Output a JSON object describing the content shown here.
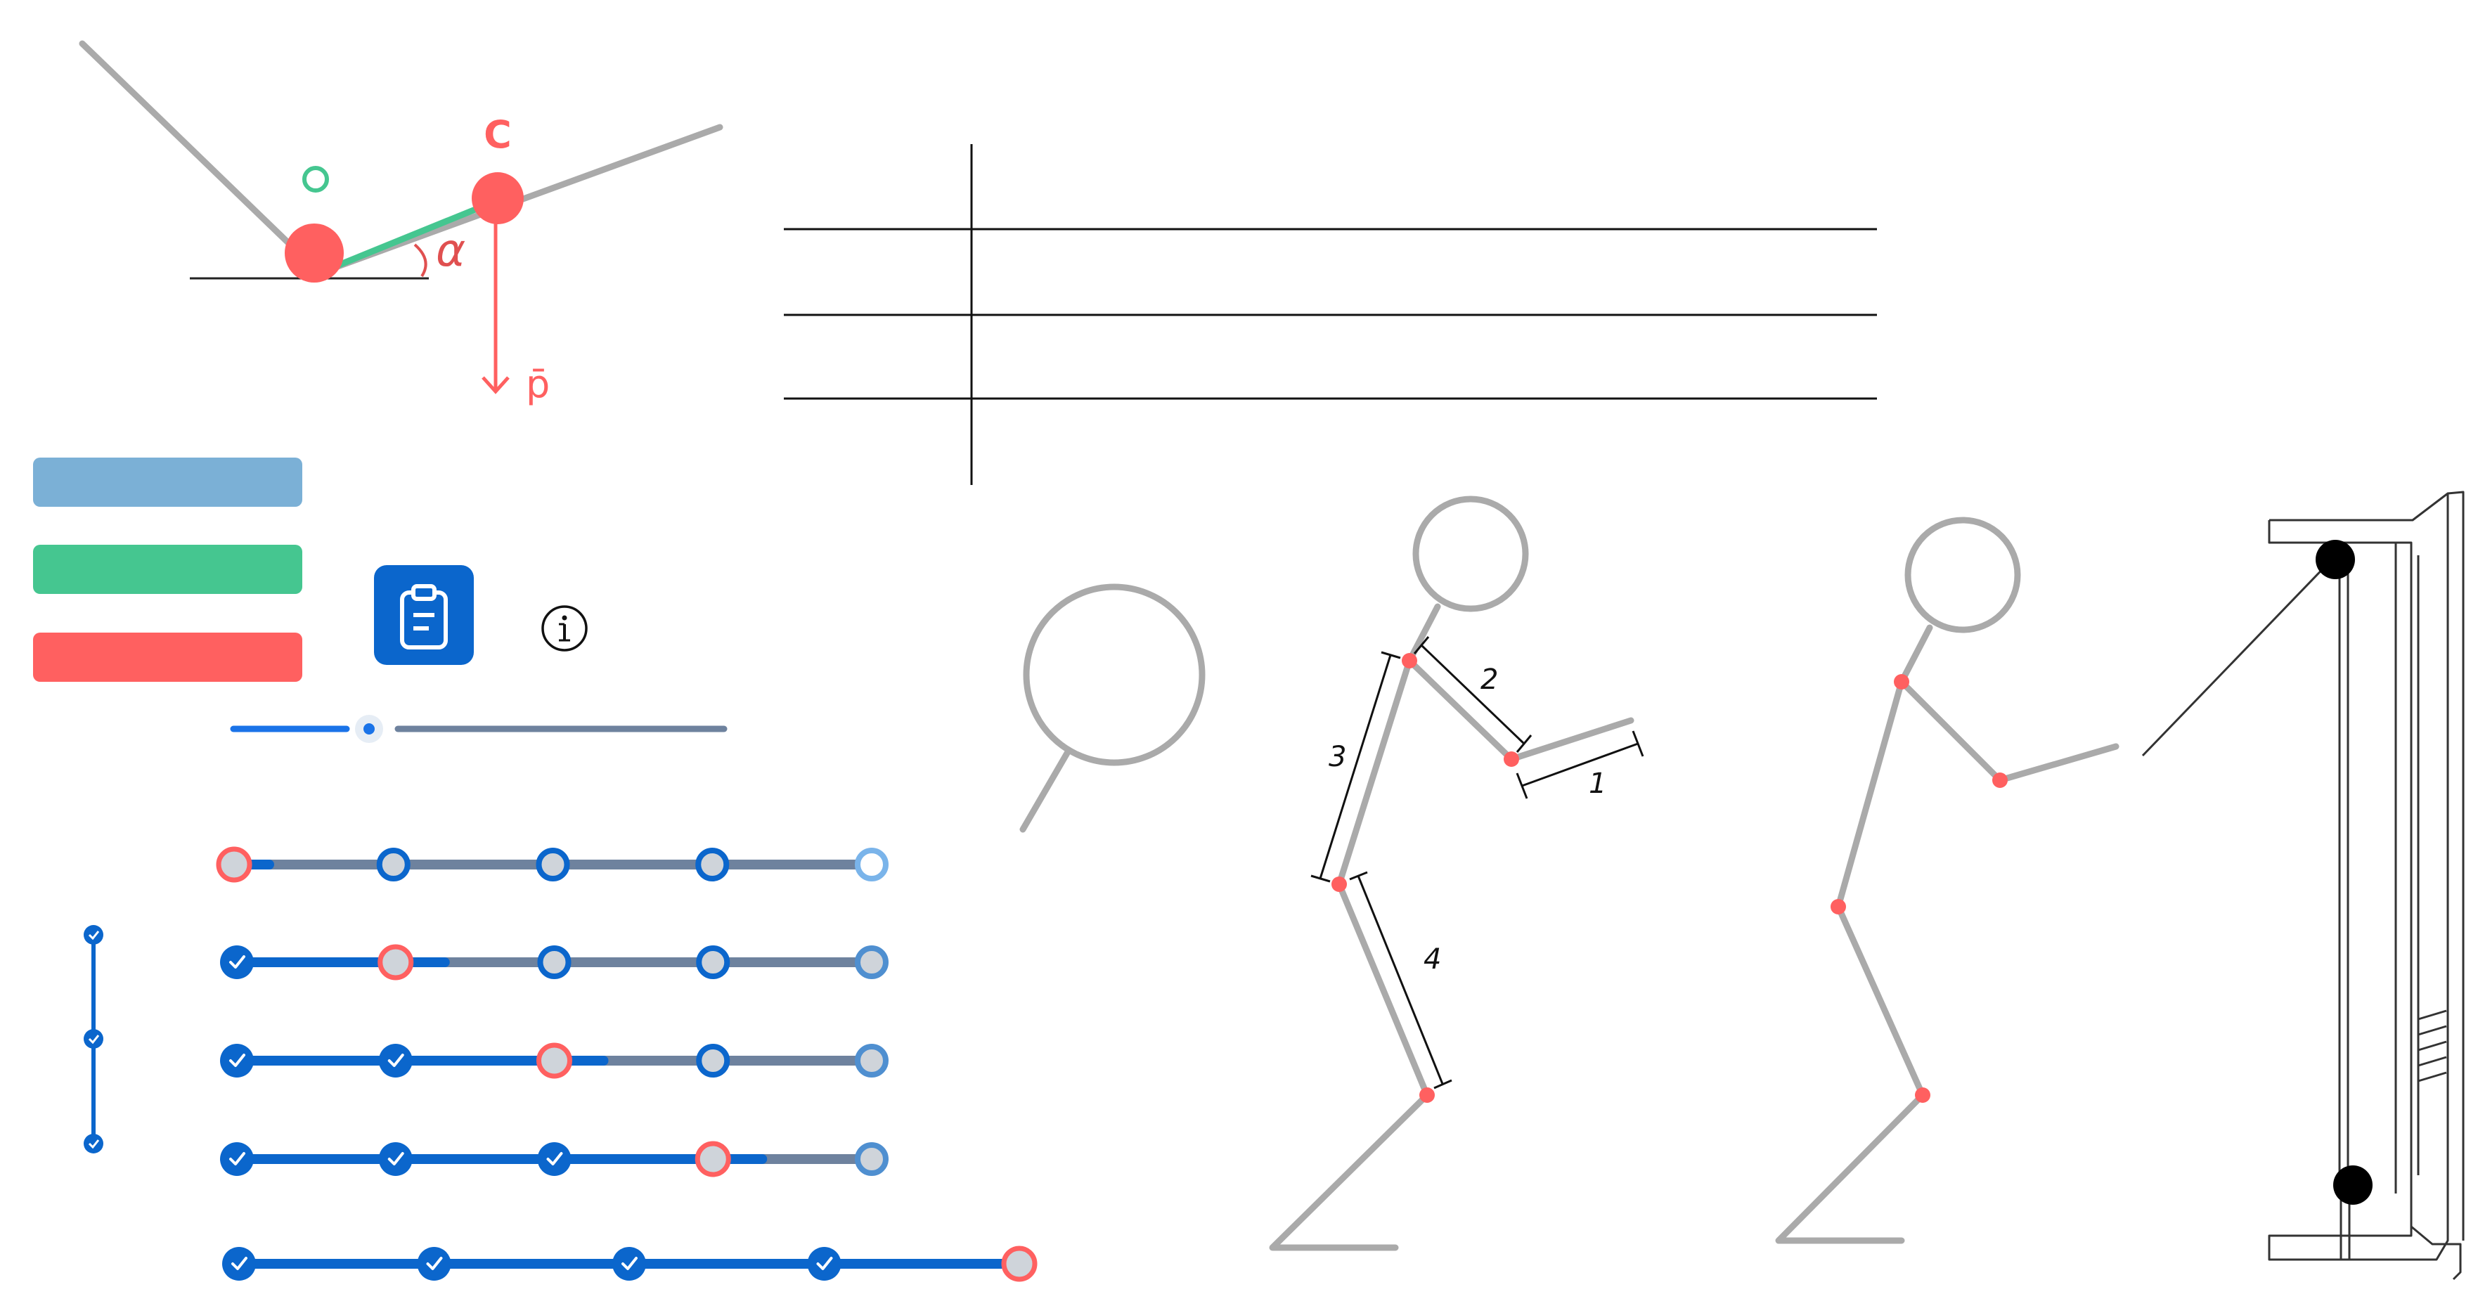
{
  "physics_diagram": {
    "label_o": "O",
    "label_c": "C",
    "label_alpha": "α",
    "label_p": "p̄"
  },
  "segment_labels": {
    "seg1": "1",
    "seg2": "2",
    "seg3": "3",
    "seg4": "4"
  },
  "colors": {
    "line_gray": "#aaaaaa",
    "accent_red": "#ff6060",
    "accent_green": "#45c690",
    "swatch_blue": "#7bb0d6",
    "swatch_green": "#45c690",
    "swatch_red": "#ff6060",
    "primary_blue": "#0b66cc",
    "track_gray": "#6e829e"
  },
  "icons": {
    "clipboard": "clipboard-icon",
    "info": "info-icon",
    "check": "check-icon"
  },
  "slider": {
    "value_percent": 24
  },
  "progress_steps": {
    "step_count": 5,
    "rows_current_step": [
      1,
      2,
      3,
      4,
      5
    ]
  },
  "vertical_stepper": {
    "step_count": 3,
    "completed": 3
  }
}
